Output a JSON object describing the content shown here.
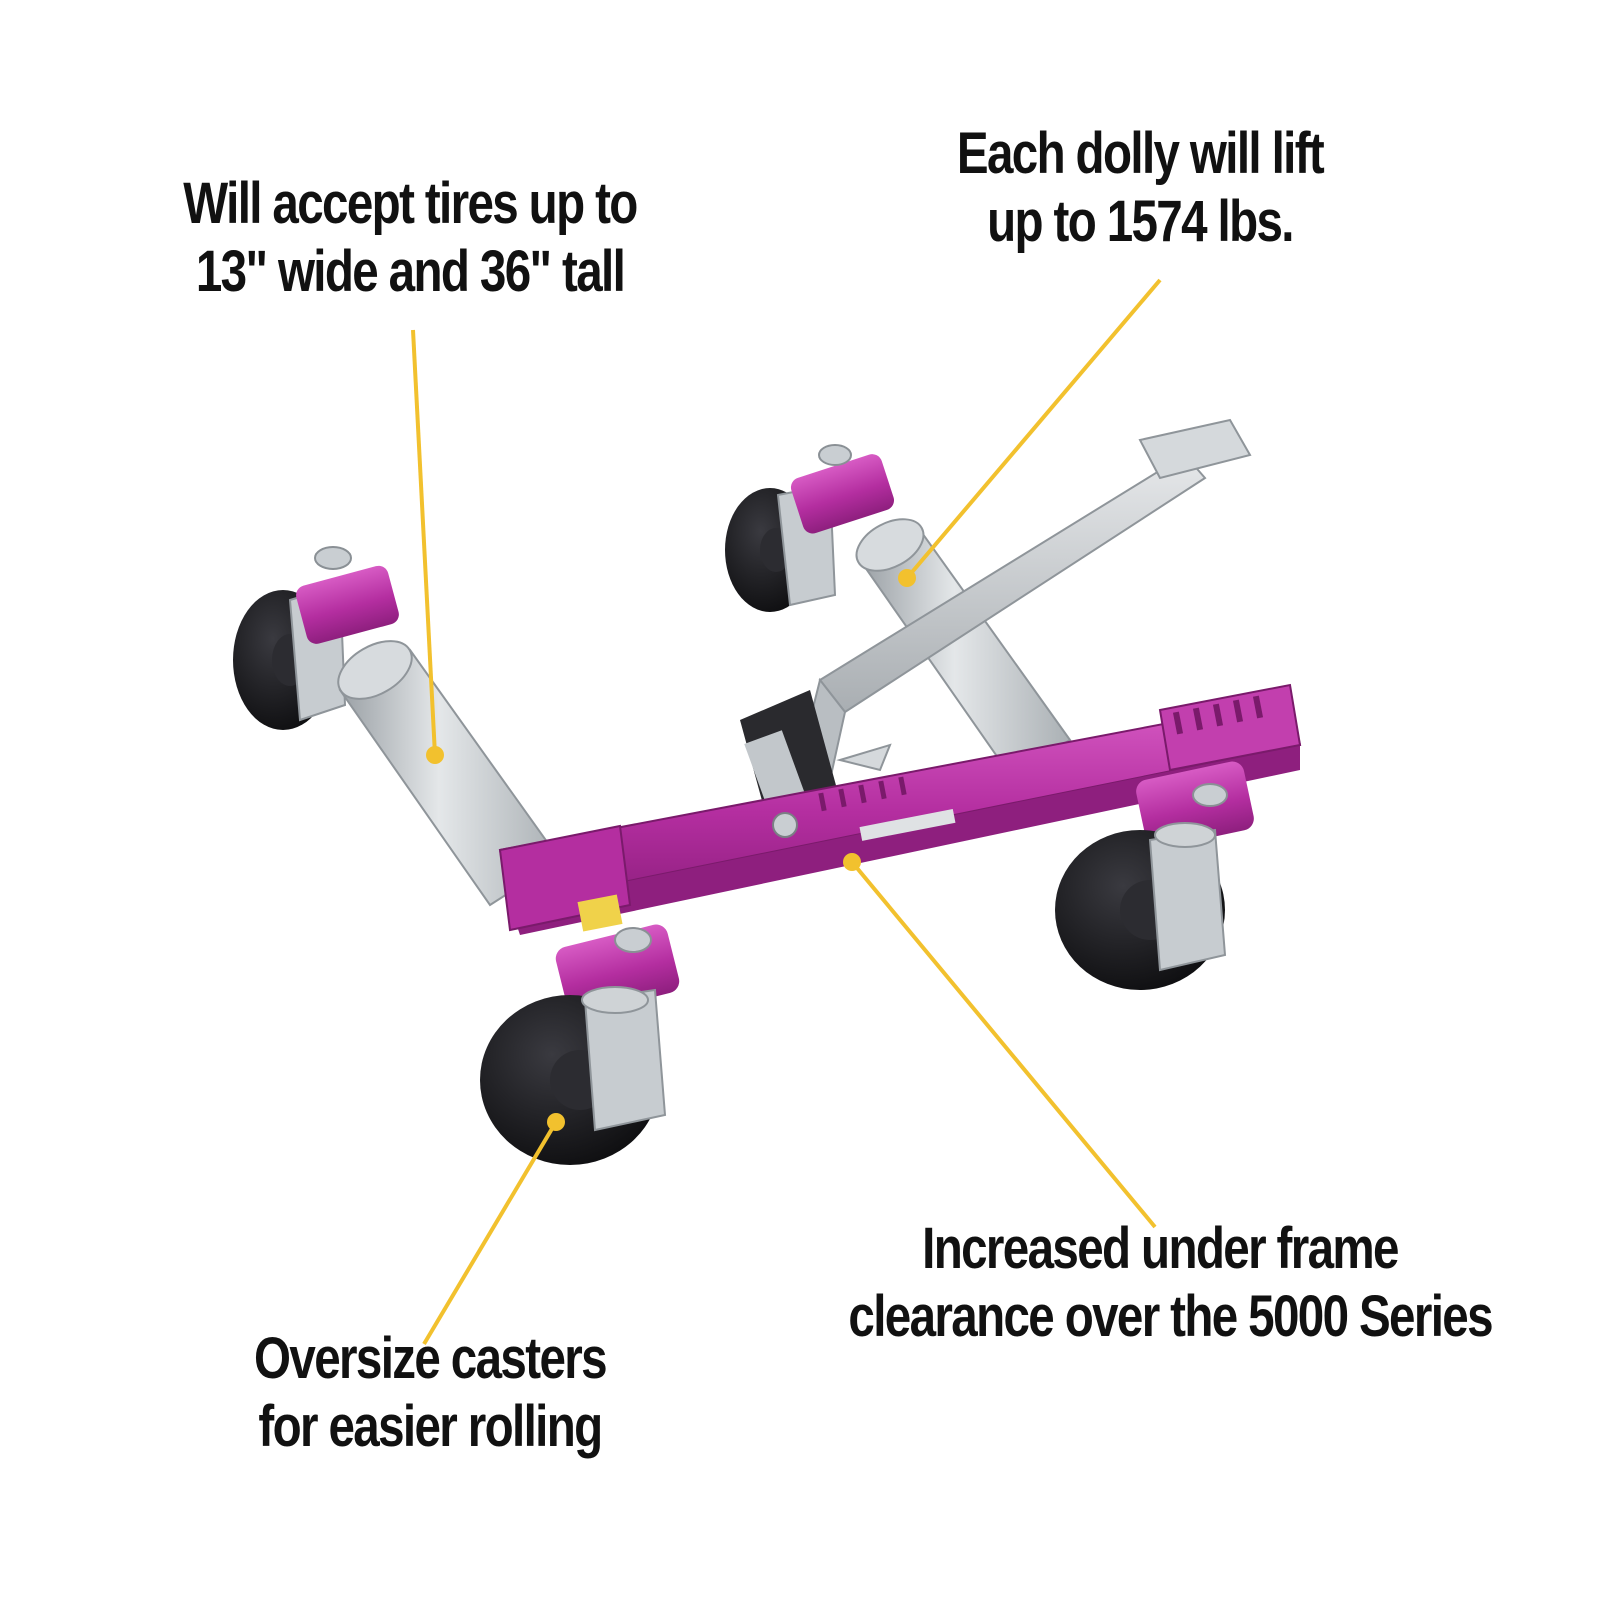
{
  "callouts": {
    "tires": {
      "line1": "Will accept tires up to",
      "line2": "13\" wide and 36\" tall"
    },
    "lift": {
      "line1": "Each dolly will lift",
      "line2": "up to 1574 lbs."
    },
    "clearance": {
      "line1": "Increased under frame",
      "line2": "clearance over the 5000 Series"
    },
    "casters": {
      "line1": "Oversize casters",
      "line2": "for easier rolling"
    }
  },
  "colors": {
    "frame": "#b42ea0",
    "frame_shadow": "#8e1f7e",
    "frame_highlight": "#d75bc4",
    "roller": "#cfd3d6",
    "roller_shadow": "#9aa0a5",
    "handle": "#c9cdd0",
    "wheel": "#1b1b1f",
    "hub": "#b9bec2",
    "leader_line": "#f2c12e",
    "text": "#111111"
  },
  "icons": [
    "wheel-dolly-illustration",
    "caster-wheel-icon",
    "pointer-dot-icon"
  ]
}
